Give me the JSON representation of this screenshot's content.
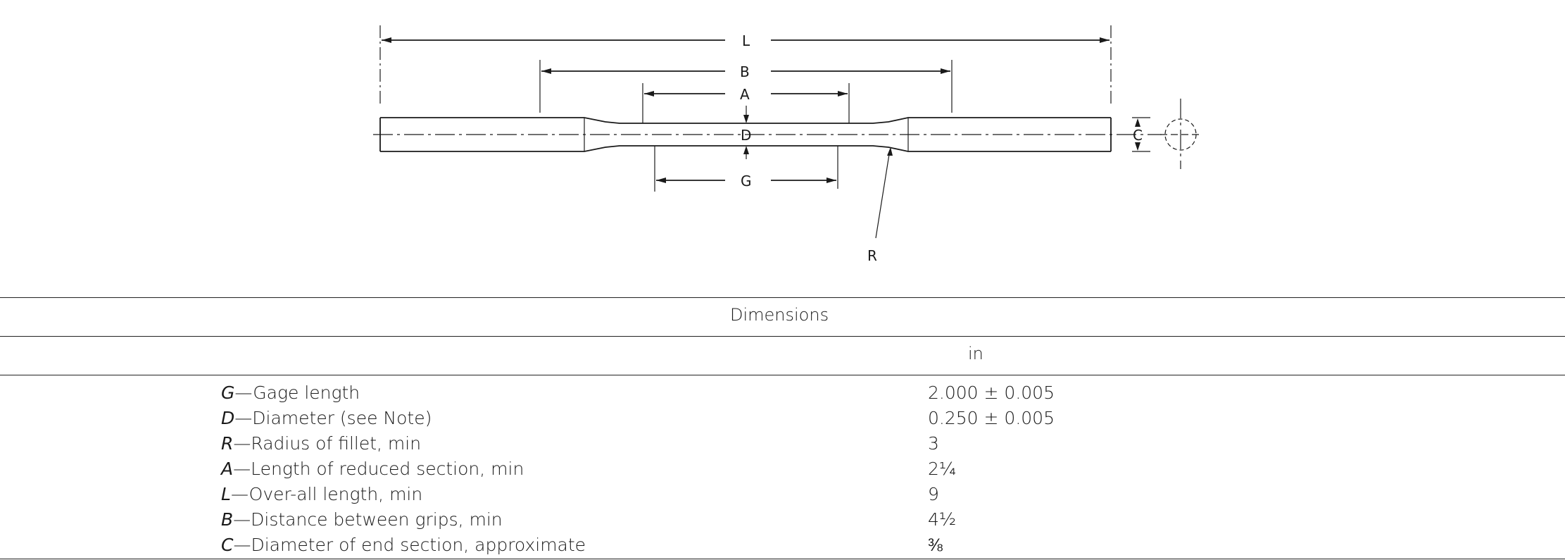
{
  "figure": {
    "labels": {
      "L": "L",
      "B": "B",
      "A": "A",
      "D": "D",
      "G": "G",
      "C": "C",
      "R": "R"
    }
  },
  "table": {
    "header": "Dimensions",
    "unit": "in",
    "rows": [
      {
        "symbol": "G",
        "dash": "—",
        "label": "Gage length",
        "value": "2.000 ± 0.005"
      },
      {
        "symbol": "D",
        "dash": "—",
        "label": "Diameter (see Note)",
        "value": "0.250 ± 0.005"
      },
      {
        "symbol": "R",
        "dash": "—",
        "label": "Radius of fillet, min",
        "value": "3"
      },
      {
        "symbol": "A",
        "dash": "—",
        "label": "Length of reduced section, min",
        "value": "2¼"
      },
      {
        "symbol": "L",
        "dash": "—",
        "label": "Over-all length, min",
        "value": "9"
      },
      {
        "symbol": "B",
        "dash": "—",
        "label": "Distance between grips, min",
        "value": "4½"
      },
      {
        "symbol": "C",
        "dash": "—",
        "label": "Diameter of end section, approximate",
        "value": "⅜"
      }
    ]
  }
}
